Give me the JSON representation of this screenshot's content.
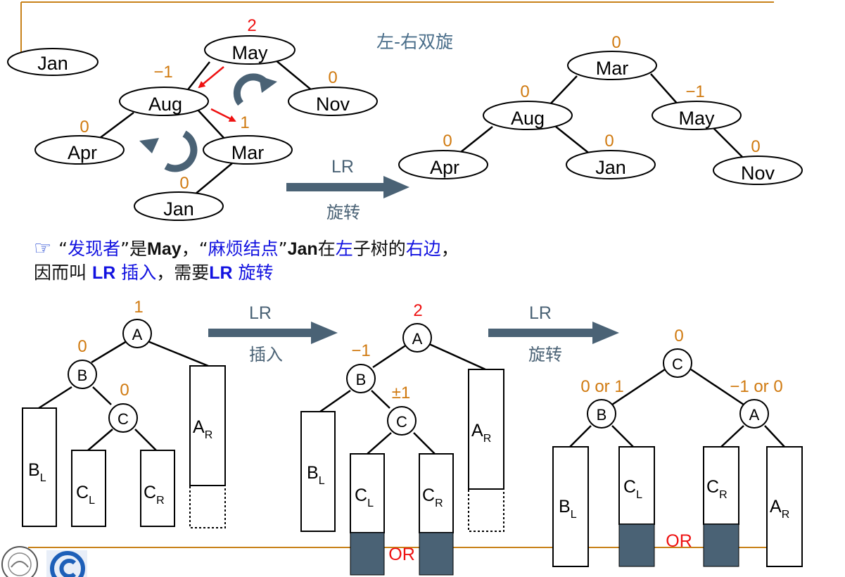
{
  "colors": {
    "red": "#ee1111",
    "orange": "#d07a10",
    "slate": "#4a6275",
    "blue": "#1212e0",
    "rule": "#c8821a",
    "ink": "#111111"
  },
  "top": {
    "title": "左-右双旋",
    "orphan_node": "Jan",
    "before": {
      "nodes": {
        "may": "May",
        "aug": "Aug",
        "nov": "Nov",
        "apr": "Apr",
        "mar": "Mar",
        "jan": "Jan"
      },
      "balances": {
        "may": "2",
        "aug": "−1",
        "nov": "0",
        "apr": "0",
        "mar": "1",
        "jan": "0"
      }
    },
    "arrow": {
      "label": "LR",
      "sublabel": "旋转"
    },
    "after": {
      "nodes": {
        "mar": "Mar",
        "aug": "Aug",
        "may": "May",
        "apr": "Apr",
        "jan": "Jan",
        "nov": "Nov"
      },
      "balances": {
        "mar": "0",
        "aug": "0",
        "may": "−1",
        "apr": "0",
        "jan": "0",
        "nov": "0"
      }
    }
  },
  "note": {
    "pointer_icon": "pointing-hand-icon",
    "line1": {
      "q1": "“",
      "discoverer": "发现者",
      "q2": "”",
      "is": "是",
      "may": "May",
      "comma": "，",
      "q3": "“",
      "trouble": "麻烦结点",
      "q4": "”",
      "jan": "Jan",
      "in": "在",
      "left": "左",
      "subtree": "子树的",
      "right": "右边",
      "end": "，"
    },
    "line2": {
      "thus": "因而叫 ",
      "lr1": "LR",
      "insert": " 插入",
      "need": "，需要",
      "lr2": "LR",
      "rotate": " 旋转"
    }
  },
  "bottom": {
    "arrow1": {
      "label": "LR",
      "sublabel": "插入"
    },
    "arrow2": {
      "label": "LR",
      "sublabel": "旋转"
    },
    "or_label": "OR",
    "d1": {
      "a": "A",
      "b": "B",
      "c": "C",
      "bal_a": "1",
      "bal_b": "0",
      "bal_c": "0",
      "bl": "B",
      "bl_sub": "L",
      "cl": "C",
      "cl_sub": "L",
      "cr": "C",
      "cr_sub": "R",
      "ar": "A",
      "ar_sub": "R"
    },
    "d2": {
      "a": "A",
      "b": "B",
      "c": "C",
      "bal_a": "2",
      "bal_b": "−1",
      "bal_c": "±1",
      "bl": "B",
      "bl_sub": "L",
      "cl": "C",
      "cl_sub": "L",
      "cr": "C",
      "cr_sub": "R",
      "ar": "A",
      "ar_sub": "R"
    },
    "d3": {
      "c": "C",
      "b": "B",
      "a": "A",
      "bal_c": "0",
      "bal_b": "0 or 1",
      "bal_a": "−1 or 0",
      "bl": "B",
      "bl_sub": "L",
      "cl": "C",
      "cl_sub": "L",
      "cr": "C",
      "cr_sub": "R",
      "ar": "A",
      "ar_sub": "R"
    }
  },
  "footer": {
    "logo_icons": [
      "university-seal-icon",
      "copyright-logo-icon"
    ]
  }
}
